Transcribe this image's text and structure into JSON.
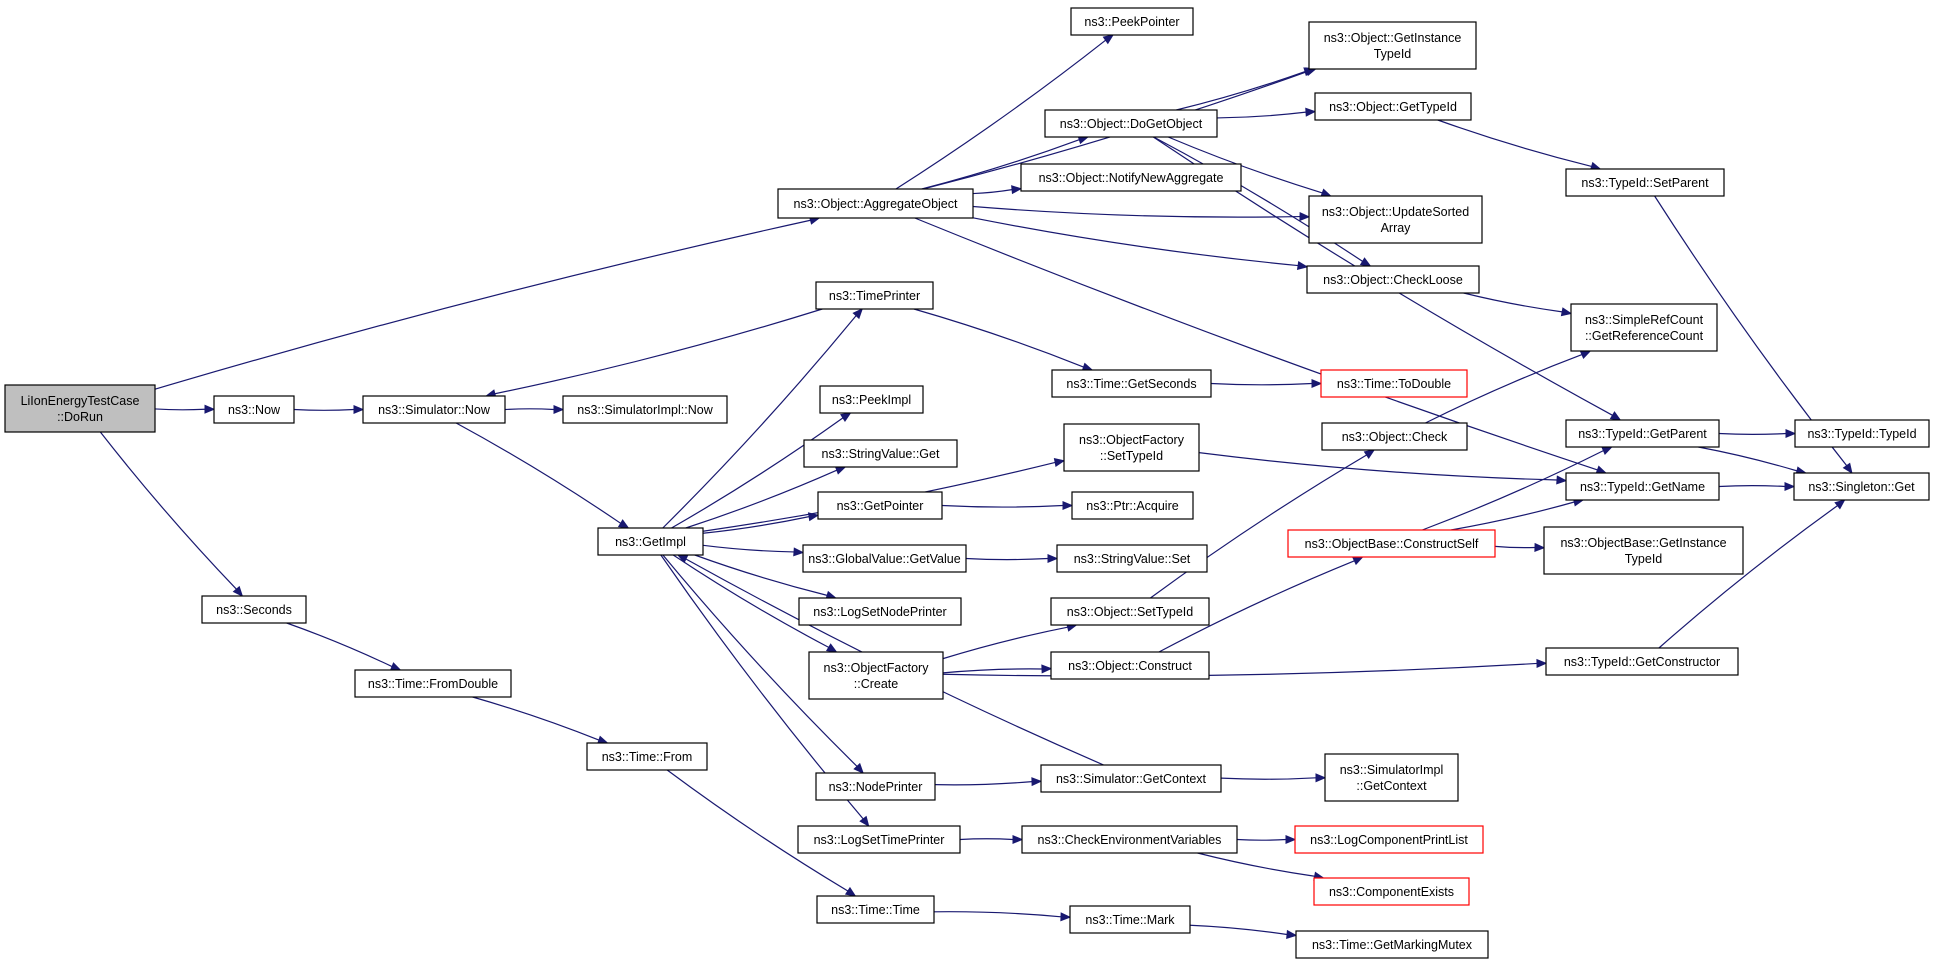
{
  "graph": {
    "style": {
      "edge_color": "#191970",
      "node_fill": "#ffffff",
      "root_fill": "#bfbfbf",
      "node_border": "#000000",
      "incomplete_border": "#ff0000"
    },
    "nodes": [
      {
        "id": "dorun",
        "lines": [
          "LiIonEnergyTestCase",
          "::DoRun"
        ],
        "root": true
      },
      {
        "id": "aggobj",
        "lines": [
          "ns3::Object::AggregateObject"
        ]
      },
      {
        "id": "now",
        "lines": [
          "ns3::Now"
        ]
      },
      {
        "id": "simnow",
        "lines": [
          "ns3::Simulator::Now"
        ]
      },
      {
        "id": "simimplnow",
        "lines": [
          "ns3::SimulatorImpl::Now"
        ]
      },
      {
        "id": "seconds",
        "lines": [
          "ns3::Seconds"
        ]
      },
      {
        "id": "fromdouble",
        "lines": [
          "ns3::Time::FromDouble"
        ]
      },
      {
        "id": "from",
        "lines": [
          "ns3::Time::From"
        ]
      },
      {
        "id": "timetime",
        "lines": [
          "ns3::Time::Time"
        ]
      },
      {
        "id": "getimpl",
        "lines": [
          "ns3::GetImpl"
        ]
      },
      {
        "id": "peekpointer",
        "lines": [
          "ns3::PeekPointer"
        ]
      },
      {
        "id": "dogetobject",
        "lines": [
          "ns3::Object::DoGetObject"
        ]
      },
      {
        "id": "notifynewagg",
        "lines": [
          "ns3::Object::NotifyNewAggregate"
        ]
      },
      {
        "id": "getinsttypeid",
        "lines": [
          "ns3::Object::GetInstance",
          "TypeId"
        ]
      },
      {
        "id": "objgettypeid",
        "lines": [
          "ns3::Object::GetTypeId"
        ]
      },
      {
        "id": "updatesorted",
        "lines": [
          "ns3::Object::UpdateSorted",
          "Array"
        ]
      },
      {
        "id": "checkloose",
        "lines": [
          "ns3::Object::CheckLoose"
        ]
      },
      {
        "id": "setparent",
        "lines": [
          "ns3::TypeId::SetParent"
        ]
      },
      {
        "id": "getrefcount",
        "lines": [
          "ns3::SimpleRefCount",
          "::GetReferenceCount"
        ]
      },
      {
        "id": "timeprinter",
        "lines": [
          "ns3::TimePrinter"
        ]
      },
      {
        "id": "getseconds",
        "lines": [
          "ns3::Time::GetSeconds"
        ]
      },
      {
        "id": "todouble",
        "lines": [
          "ns3::Time::ToDouble"
        ],
        "red": true
      },
      {
        "id": "peekimpl",
        "lines": [
          "ns3::PeekImpl"
        ]
      },
      {
        "id": "ofsettypeid",
        "lines": [
          "ns3::ObjectFactory",
          "::SetTypeId"
        ]
      },
      {
        "id": "stringvalueget",
        "lines": [
          "ns3::StringValue::Get"
        ]
      },
      {
        "id": "getpointer",
        "lines": [
          "ns3::GetPointer"
        ]
      },
      {
        "id": "ptracquire",
        "lines": [
          "ns3::Ptr::Acquire"
        ]
      },
      {
        "id": "gvgetvalue",
        "lines": [
          "ns3::GlobalValue::GetValue"
        ]
      },
      {
        "id": "stringvalueset",
        "lines": [
          "ns3::StringValue::Set"
        ]
      },
      {
        "id": "logsetnodeprinter",
        "lines": [
          "ns3::LogSetNodePrinter"
        ]
      },
      {
        "id": "ofcreate",
        "lines": [
          "ns3::ObjectFactory",
          "::Create"
        ]
      },
      {
        "id": "objsettypeid",
        "lines": [
          "ns3::Object::SetTypeId"
        ]
      },
      {
        "id": "objconstruct",
        "lines": [
          "ns3::Object::Construct"
        ]
      },
      {
        "id": "nodeprinter",
        "lines": [
          "ns3::NodePrinter"
        ]
      },
      {
        "id": "simgetcontext",
        "lines": [
          "ns3::Simulator::GetContext"
        ]
      },
      {
        "id": "simimplgetcontext",
        "lines": [
          "ns3::SimulatorImpl",
          "::GetContext"
        ]
      },
      {
        "id": "logsettimeprinter",
        "lines": [
          "ns3::LogSetTimePrinter"
        ]
      },
      {
        "id": "checkenv",
        "lines": [
          "ns3::CheckEnvironmentVariables"
        ]
      },
      {
        "id": "logcompprintlist",
        "lines": [
          "ns3::LogComponentPrintList"
        ],
        "red": true
      },
      {
        "id": "compexists",
        "lines": [
          "ns3::ComponentExists"
        ],
        "red": true
      },
      {
        "id": "timemark",
        "lines": [
          "ns3::Time::Mark"
        ]
      },
      {
        "id": "getmarkingmutex",
        "lines": [
          "ns3::Time::GetMarkingMutex"
        ]
      },
      {
        "id": "objcheck",
        "lines": [
          "ns3::Object::Check"
        ]
      },
      {
        "id": "constructself",
        "lines": [
          "ns3::ObjectBase::ConstructSelf"
        ],
        "red": true
      },
      {
        "id": "objbasegetinst",
        "lines": [
          "ns3::ObjectBase::GetInstance",
          "TypeId"
        ]
      },
      {
        "id": "typeidgetparent",
        "lines": [
          "ns3::TypeId::GetParent"
        ]
      },
      {
        "id": "typeidgetname",
        "lines": [
          "ns3::TypeId::GetName"
        ]
      },
      {
        "id": "typeidgetctor",
        "lines": [
          "ns3::TypeId::GetConstructor"
        ]
      },
      {
        "id": "typeidtypeid",
        "lines": [
          "ns3::TypeId::TypeId"
        ]
      },
      {
        "id": "singletonget",
        "lines": [
          "ns3::Singleton::Get"
        ]
      }
    ],
    "edges": [
      [
        "dorun",
        "aggobj"
      ],
      [
        "dorun",
        "now"
      ],
      [
        "dorun",
        "seconds"
      ],
      [
        "now",
        "simnow"
      ],
      [
        "simnow",
        "simimplnow"
      ],
      [
        "simnow",
        "getimpl"
      ],
      [
        "seconds",
        "fromdouble"
      ],
      [
        "fromdouble",
        "from"
      ],
      [
        "from",
        "timetime"
      ],
      [
        "aggobj",
        "peekpointer"
      ],
      [
        "aggobj",
        "getinsttypeid"
      ],
      [
        "aggobj",
        "dogetobject"
      ],
      [
        "aggobj",
        "notifynewagg"
      ],
      [
        "aggobj",
        "updatesorted"
      ],
      [
        "aggobj",
        "checkloose"
      ],
      [
        "aggobj",
        "typeidgetname"
      ],
      [
        "dogetobject",
        "getinsttypeid"
      ],
      [
        "dogetobject",
        "objgettypeid"
      ],
      [
        "dogetobject",
        "updatesorted"
      ],
      [
        "dogetobject",
        "checkloose"
      ],
      [
        "dogetobject",
        "typeidgetparent"
      ],
      [
        "objgettypeid",
        "setparent"
      ],
      [
        "setparent",
        "singletonget"
      ],
      [
        "checkloose",
        "getrefcount"
      ],
      [
        "timeprinter",
        "simnow"
      ],
      [
        "timeprinter",
        "getseconds"
      ],
      [
        "getseconds",
        "todouble"
      ],
      [
        "getimpl",
        "timeprinter"
      ],
      [
        "getimpl",
        "ofsettypeid"
      ],
      [
        "getimpl",
        "peekimpl"
      ],
      [
        "getimpl",
        "stringvalueget"
      ],
      [
        "getimpl",
        "getpointer"
      ],
      [
        "getimpl",
        "gvgetvalue"
      ],
      [
        "getimpl",
        "logsetnodeprinter"
      ],
      [
        "getimpl",
        "ofcreate"
      ],
      [
        "getimpl",
        "nodeprinter"
      ],
      [
        "getimpl",
        "logsettimeprinter"
      ],
      [
        "getpointer",
        "ptracquire"
      ],
      [
        "gvgetvalue",
        "stringvalueset"
      ],
      [
        "ofsettypeid",
        "typeidgetname"
      ],
      [
        "ofcreate",
        "objsettypeid"
      ],
      [
        "ofcreate",
        "objconstruct"
      ],
      [
        "ofcreate",
        "typeidgetctor"
      ],
      [
        "objsettypeid",
        "objcheck"
      ],
      [
        "objcheck",
        "getrefcount"
      ],
      [
        "objconstruct",
        "constructself"
      ],
      [
        "constructself",
        "typeidgetparent"
      ],
      [
        "constructself",
        "typeidgetname"
      ],
      [
        "constructself",
        "objbasegetinst"
      ],
      [
        "typeidgetparent",
        "typeidtypeid"
      ],
      [
        "typeidgetparent",
        "singletonget"
      ],
      [
        "typeidgetname",
        "singletonget"
      ],
      [
        "typeidgetctor",
        "singletonget"
      ],
      [
        "nodeprinter",
        "simgetcontext"
      ],
      [
        "simgetcontext",
        "getimpl"
      ],
      [
        "simgetcontext",
        "simimplgetcontext"
      ],
      [
        "logsettimeprinter",
        "checkenv"
      ],
      [
        "checkenv",
        "logcompprintlist"
      ],
      [
        "checkenv",
        "compexists"
      ],
      [
        "timetime",
        "timemark"
      ],
      [
        "timemark",
        "getmarkingmutex"
      ]
    ]
  }
}
